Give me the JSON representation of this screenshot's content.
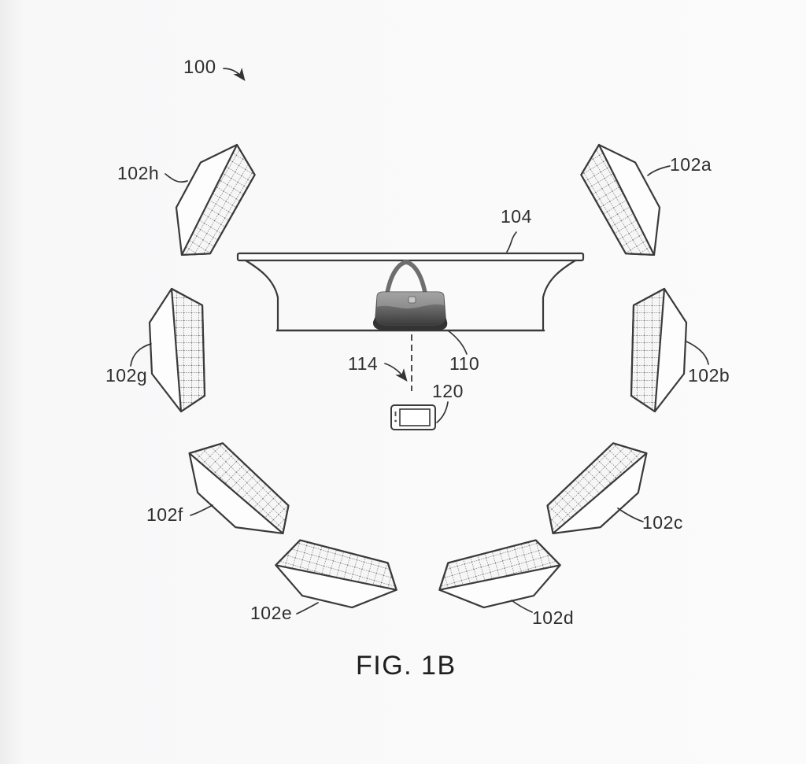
{
  "figure_title": "FIG. 1B",
  "labels": {
    "assembly": "100",
    "panel_a": "102a",
    "panel_b": "102b",
    "panel_c": "102c",
    "panel_d": "102d",
    "panel_e": "102e",
    "panel_f": "102f",
    "panel_g": "102g",
    "panel_h": "102h",
    "table": "104",
    "object": "110",
    "axis": "114",
    "device": "120"
  },
  "elements": {
    "panels": [
      "102a",
      "102b",
      "102c",
      "102d",
      "102e",
      "102f",
      "102g",
      "102h"
    ],
    "table_ref": "104",
    "object_ref": "110",
    "axis_ref": "114",
    "device_ref": "120"
  },
  "colors": {
    "line": "#3a3a3a",
    "background": "#fbfbfb",
    "bag_light": "#9a9a9a",
    "bag_dark": "#333333"
  }
}
